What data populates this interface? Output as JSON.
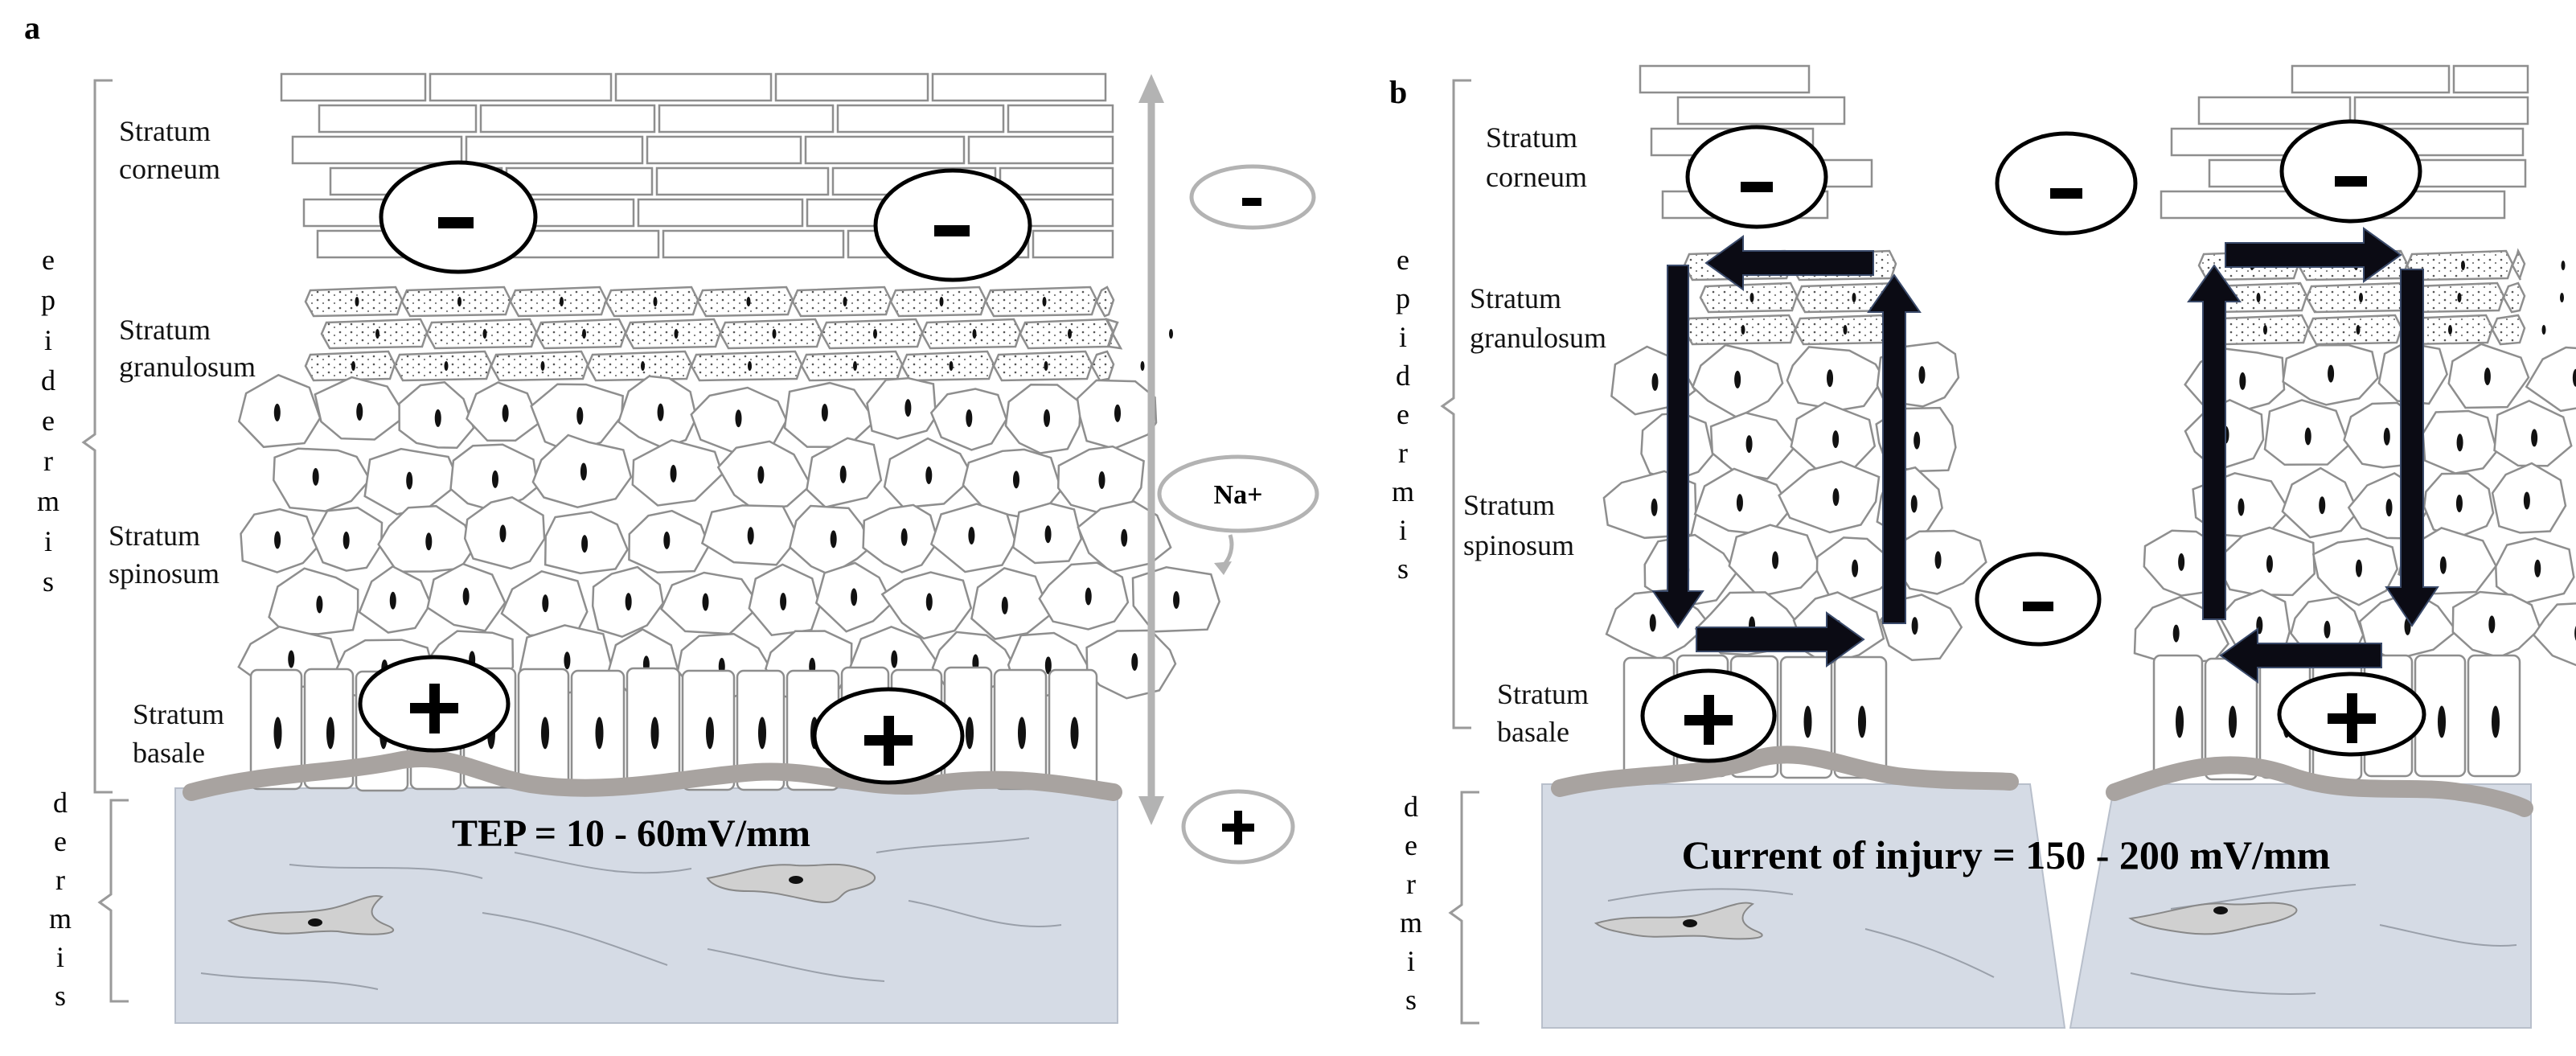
{
  "panel_a": {
    "letter": "a",
    "layers": {
      "corneum": [
        "Stratum",
        "corneum"
      ],
      "granulosum": [
        "Stratum",
        "granulosum"
      ],
      "spinosum": [
        "Stratum",
        "spinosum"
      ],
      "basale": [
        "Stratum",
        "basale"
      ]
    },
    "epidermis_letters": [
      "e",
      "p",
      "i",
      "d",
      "e",
      "r",
      "m",
      "i",
      "s"
    ],
    "dermis_letters": [
      "d",
      "e",
      "r",
      "m",
      "i",
      "s"
    ],
    "tep_label": "TEP = 10 - 60mV/mm",
    "na_label": "Na+"
  },
  "panel_b": {
    "letter": "b",
    "layers": {
      "corneum": [
        "Stratum",
        "corneum"
      ],
      "granulosum": [
        "Stratum",
        "granulosum"
      ],
      "spinosum": [
        "Stratum",
        "spinosum"
      ],
      "basale": [
        "Stratum",
        "basale"
      ]
    },
    "epidermis_letters": [
      "e",
      "p",
      "i",
      "d",
      "e",
      "r",
      "m",
      "i",
      "s"
    ],
    "dermis_letters": [
      "d",
      "e",
      "r",
      "m",
      "i",
      "s"
    ],
    "injury_label": "Current of injury = 150 - 200 mV/mm"
  },
  "colors": {
    "dermis_fill": "#d5dbe5",
    "basement": "#a8a3a0",
    "cell_stroke": "#8e8e8e",
    "axis_arrow": "#b3b3b3",
    "current_arrow": "#0b0b14"
  }
}
